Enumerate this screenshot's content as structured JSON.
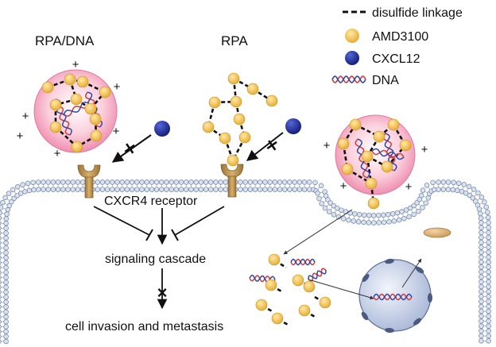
{
  "legend": {
    "linkage": "disulfide linkage",
    "amd": "AMD3100",
    "cxcl": "CXCL12",
    "dna": "DNA"
  },
  "labels": {
    "rpa_dna": "RPA/DNA",
    "rpa": "RPA",
    "receptor": "CXCR4 receptor",
    "signaling": "signaling cascade",
    "invasion": "cell invasion and metastasis"
  },
  "symbols": {
    "plus": "+",
    "inhibit": "×"
  },
  "colors": {
    "amd_bead": "#f4c156",
    "cxcl_bead": "#1e2a9c",
    "nanoparticle": "#f6a7bf",
    "receptor": "#c69b58",
    "membrane": "#8fa3c0",
    "nucleus": "#c5d2ea",
    "dna_red": "#d43a3a",
    "dna_blue": "#3246a8"
  }
}
